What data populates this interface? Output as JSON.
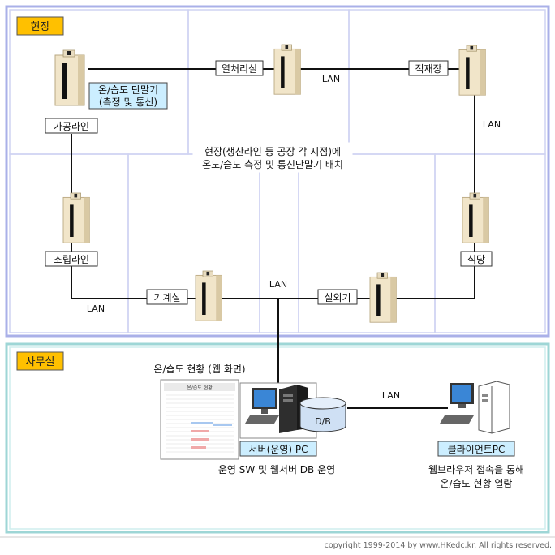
{
  "zones": {
    "field": {
      "title": "현장"
    },
    "office": {
      "title": "사무실"
    }
  },
  "field": {
    "locations": {
      "processing_line": "가공라인",
      "heat_treatment": "열처리실",
      "loading_area": "적재장",
      "cafeteria": "식당",
      "outdoor_unit": "실외기",
      "machine_room": "기계실",
      "assembly_line": "조립라인"
    },
    "terminal_label": {
      "line1": "온/습도 단말기",
      "line2": "(측정 및 통신)"
    },
    "description": {
      "line1": "현장(생산라인 등 공장 각 지점)에",
      "line2": "온도/습도 측정 및 통신단말기 배치"
    },
    "lan_labels": [
      "LAN",
      "LAN",
      "LAN",
      "LAN",
      "LAN"
    ]
  },
  "office": {
    "web_screen_caption": "온/습도 현황 (웹 화면)",
    "web_screen_title": "온/습도 현황",
    "db_label": "D/B",
    "server_label": "서버(운영) PC",
    "server_desc": "운영 SW 및 웹서버 DB 운영",
    "client_label": "클라이언트PC",
    "client_desc": {
      "line1": "웹브라우저 접속을 통해",
      "line2": "온/습도 현황 열람"
    }
  },
  "copyright": "copyright 1999-2014 by www.HKedc.kr. All rights reserved.",
  "colors": {
    "field_border": "#aab0e8",
    "office_border": "#9ed6d6",
    "zone_tag": "#ffc000",
    "terminal_label_bg": "#cceeff",
    "client_label_bg": "#cceeff",
    "device_body": "#f1e5c9"
  }
}
